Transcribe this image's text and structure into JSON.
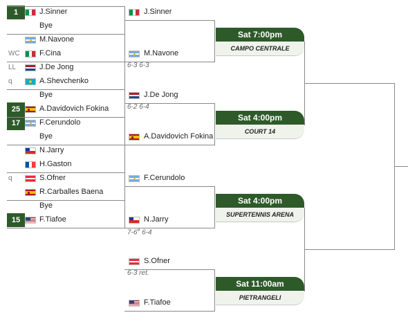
{
  "round1": [
    {
      "seed": "1",
      "qual": "",
      "flag": "it",
      "name": "J.Sinner"
    },
    {
      "seed": "",
      "qual": "",
      "flag": "",
      "name": "Bye"
    },
    {
      "seed": "",
      "qual": "",
      "flag": "ar",
      "name": "M.Navone"
    },
    {
      "seed": "",
      "qual": "WC",
      "flag": "it",
      "name": "F.Cina"
    },
    {
      "seed": "",
      "qual": "LL",
      "flag": "nl",
      "name": "J.De Jong"
    },
    {
      "seed": "",
      "qual": "q",
      "flag": "kz",
      "name": "A.Shevchenko"
    },
    {
      "seed": "",
      "qual": "",
      "flag": "",
      "name": "Bye"
    },
    {
      "seed": "25",
      "qual": "",
      "flag": "es",
      "name": "A.Davidovich Fokina"
    },
    {
      "seed": "17",
      "qual": "",
      "flag": "ar",
      "name": "F.Cerundolo"
    },
    {
      "seed": "",
      "qual": "",
      "flag": "",
      "name": "Bye"
    },
    {
      "seed": "",
      "qual": "",
      "flag": "cl",
      "name": "N.Jarry"
    },
    {
      "seed": "",
      "qual": "",
      "flag": "fr",
      "name": "H.Gaston"
    },
    {
      "seed": "",
      "qual": "q",
      "flag": "at",
      "name": "S.Ofner"
    },
    {
      "seed": "",
      "qual": "",
      "flag": "es",
      "name": "R.Carballes Baena"
    },
    {
      "seed": "",
      "qual": "",
      "flag": "",
      "name": "Bye"
    },
    {
      "seed": "15",
      "qual": "",
      "flag": "us",
      "name": "F.Tiafoe"
    }
  ],
  "round2": [
    {
      "flag": "it",
      "name": "J.Sinner",
      "score": ""
    },
    {
      "flag": "ar",
      "name": "M.Navone",
      "score": "6-3 6-3"
    },
    {
      "flag": "nl",
      "name": "J.De Jong",
      "score": "6-2 6-4"
    },
    {
      "flag": "es",
      "name": "A.Davidovich Fokina",
      "score": ""
    },
    {
      "flag": "ar",
      "name": "F.Cerundolo",
      "score": ""
    },
    {
      "flag": "cl",
      "name": "N.Jarry",
      "score_a": "7-6",
      "score_sup": "4",
      "score_b": " 6-4"
    },
    {
      "flag": "at",
      "name": "S.Ofner",
      "score": "6-3 ret."
    },
    {
      "flag": "us",
      "name": "F.Tiafoe",
      "score": ""
    }
  ],
  "matches": [
    {
      "time": "Sat 7:00pm",
      "court": "CAMPO CENTRALE"
    },
    {
      "time": "Sat 4:00pm",
      "court": "COURT 14"
    },
    {
      "time": "Sat 4:00pm",
      "court": "SUPERTENNIS ARENA"
    },
    {
      "time": "Sat 11:00am",
      "court": "PIETRANGELI"
    }
  ],
  "colors": {
    "seed_bg": "#2e5a2a",
    "match_bg": "#2e5a2a",
    "court_bg": "#f0f3ec"
  }
}
